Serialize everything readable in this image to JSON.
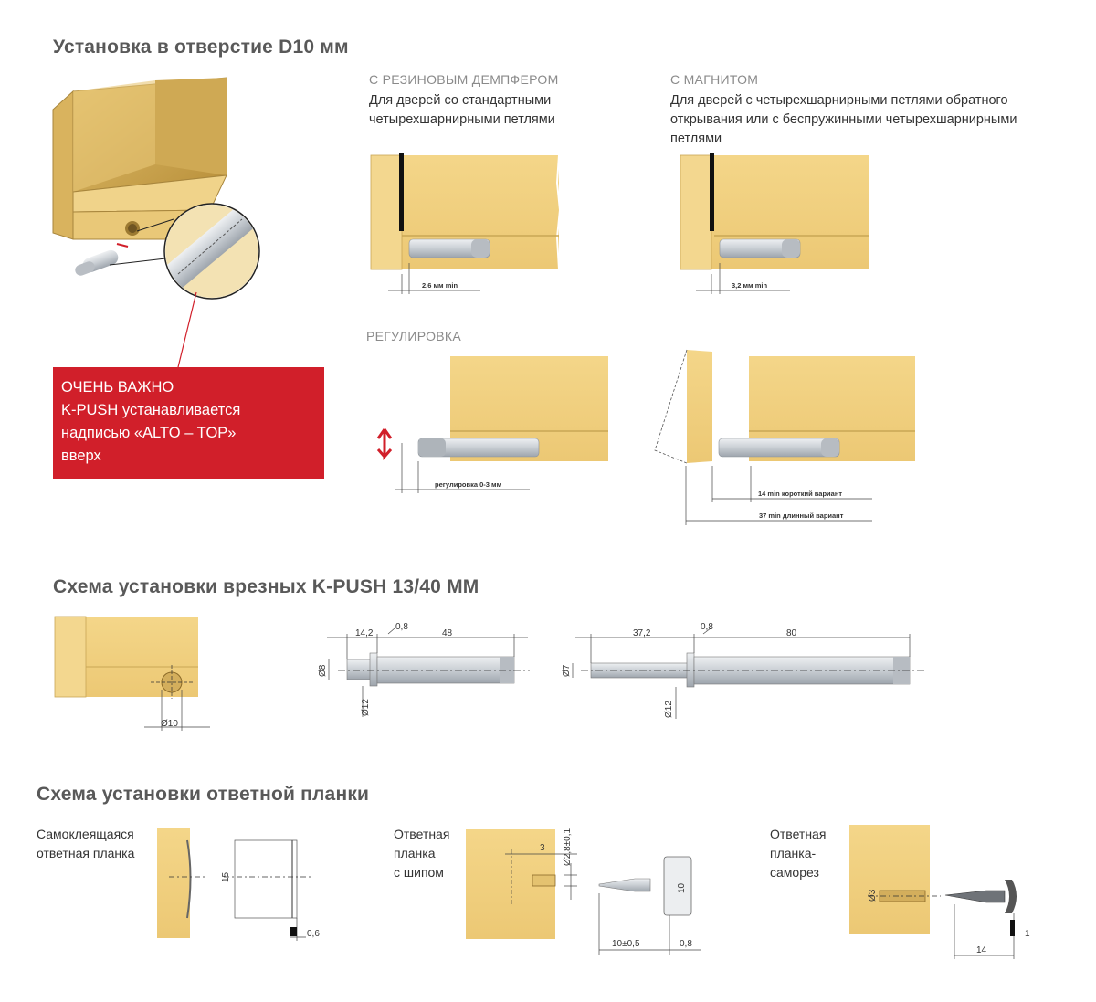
{
  "titles": {
    "install": "Установка в отверстие D10 мм",
    "scheme_kpush": "Схема установки врезных K-PUSH 13/40 ММ",
    "scheme_plate": "Схема установки ответной планки"
  },
  "damper": {
    "caption": "С РЕЗИНОВЫМ ДЕМПФЕРОМ",
    "desc": [
      "Для дверей со стандартными",
      "четырехшарнирными петлями"
    ],
    "dim": "2,6 мм min"
  },
  "magnet": {
    "caption": "С МАГНИТОМ",
    "desc": [
      "Для дверей с четырехшарнирными петлями обратного",
      "открывания или с беспружинными четырехшарнирными",
      "петлями"
    ],
    "dim": "3,2 мм min"
  },
  "adjust": {
    "caption": "РЕГУЛИРОВКА",
    "dim": "регулировка 0-3 мм",
    "short": "14 min короткий вариант",
    "long": "37 min длинный вариант"
  },
  "important": {
    "lines": [
      "ОЧЕНЬ ВАЖНО",
      "K-PUSH устанавливается",
      "надписью «ALTO – TOP»",
      "вверх"
    ]
  },
  "kpush_dims": {
    "hole": "Ø10",
    "short": {
      "a": "14,2",
      "b": "0,8",
      "c": "48",
      "d1": "Ø8",
      "d2": "Ø12"
    },
    "long": {
      "a": "37,2",
      "b": "0,8",
      "c": "80",
      "d1": "Ø7",
      "d2": "Ø12"
    }
  },
  "plates": {
    "adhesive": {
      "label": [
        "Самоклеящаяся",
        "ответная планка"
      ],
      "h": "15",
      "t": "0,6"
    },
    "pin": {
      "label": [
        "Ответная",
        "планка",
        "с шипом"
      ],
      "depth": "3",
      "dia": "Ø2,8±0,1",
      "h": "10",
      "len": "10±0,5",
      "t": "0,8"
    },
    "screw": {
      "label": [
        "Ответная",
        "планка-",
        "саморез"
      ],
      "dia": "Ø3",
      "len": "14",
      "t": "1"
    }
  },
  "colors": {
    "wood": "#f1cf7f",
    "wood_edge": "#c9a655",
    "red": "#d11f2a",
    "metal": "#c7ccd1"
  }
}
